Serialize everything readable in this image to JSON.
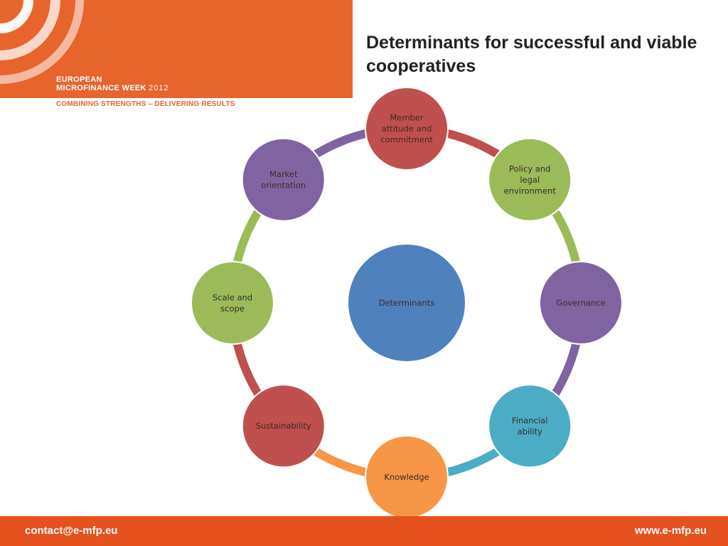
{
  "header": {
    "brand_line1": "EUROPEAN",
    "brand_line2": "MICROFINANCE WEEK",
    "brand_year": "2012",
    "tagline": "COMBINING STRENGTHS – DELIVERING RESULTS"
  },
  "title": "Determinants for successful and viable cooperatives",
  "diagram": {
    "center": {
      "label": "Determinants",
      "color": "#4f81bd"
    },
    "nodes": [
      {
        "lines": [
          "Member",
          "attitude and",
          "commitment"
        ],
        "color": "#c0504d"
      },
      {
        "lines": [
          "Policy and",
          "legal",
          "environment"
        ],
        "color": "#9bbb59"
      },
      {
        "lines": [
          "Governance"
        ],
        "color": "#8064a2"
      },
      {
        "lines": [
          "Financial",
          "ability"
        ],
        "color": "#4bacc6"
      },
      {
        "lines": [
          "Knowledge"
        ],
        "color": "#f79646"
      },
      {
        "lines": [
          "Sustainability"
        ],
        "color": "#c0504d"
      },
      {
        "lines": [
          "Scale and",
          "scope"
        ],
        "color": "#9bbb59"
      },
      {
        "lines": [
          "Market",
          "orientation"
        ],
        "color": "#8064a2"
      }
    ],
    "connectors": [
      "#c0504d",
      "#9bbb59",
      "#8064a2",
      "#4bacc6",
      "#f79646",
      "#c0504d",
      "#9bbb59",
      "#8064a2"
    ]
  },
  "footer": {
    "email": "contact@e-mfp.eu",
    "website": "www.e-mfp.eu"
  }
}
